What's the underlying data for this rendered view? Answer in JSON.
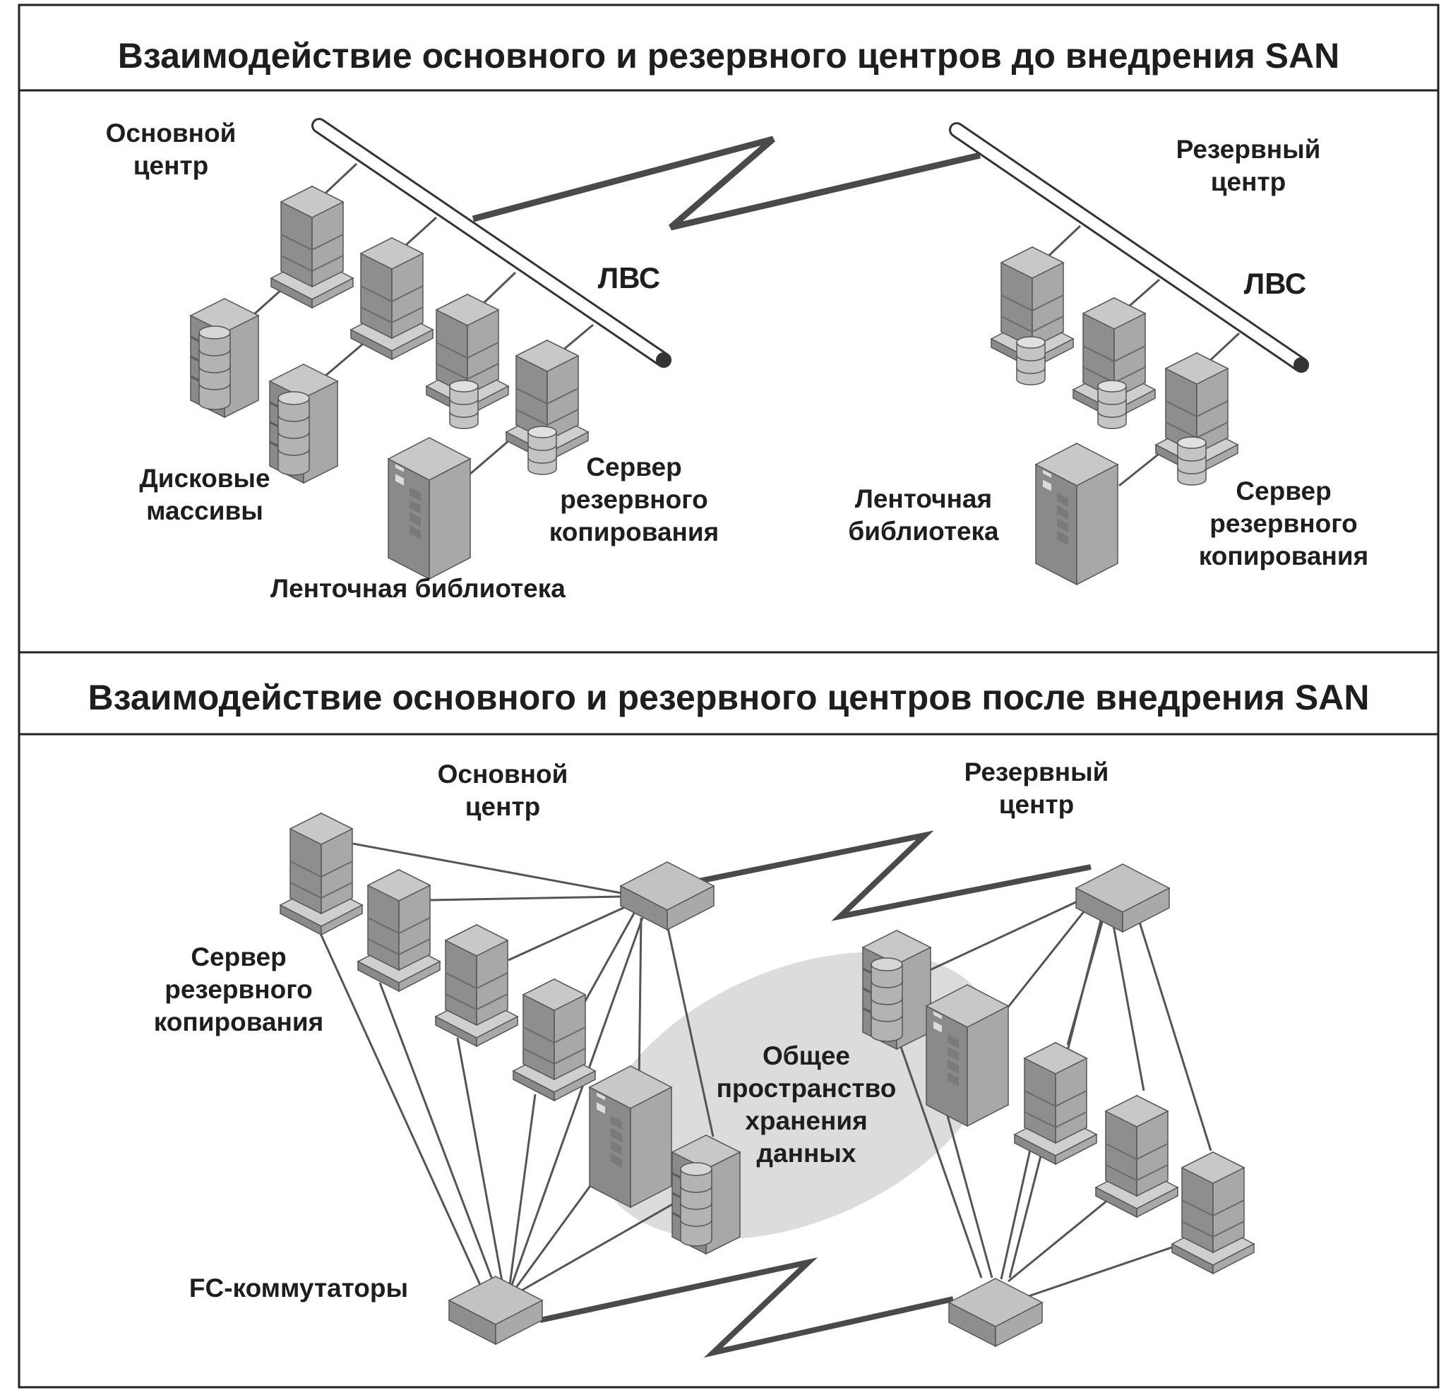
{
  "panels": {
    "before": {
      "title": "Взаимодействие основного и резервного центров до внедрения SAN",
      "main_center": [
        "Основной",
        "центр"
      ],
      "reserve_center": [
        "Резервный",
        "центр"
      ],
      "lan_main": "ЛВС",
      "lan_reserve": "ЛВС",
      "disk_arrays": [
        "Дисковые",
        "массивы"
      ],
      "backup_server_main": [
        "Сервер",
        "резервного",
        "копирования"
      ],
      "tape_library_main": "Ленточная библиотека",
      "tape_library_reserve": [
        "Ленточная",
        "библиотека"
      ],
      "backup_server_reserve": [
        "Сервер",
        "резервного",
        "копирования"
      ]
    },
    "after": {
      "title": "Взаимодействие основного и резервного центров после внедрения SAN",
      "main_center": [
        "Основной",
        "центр"
      ],
      "reserve_center": [
        "Резервный",
        "центр"
      ],
      "backup_server": [
        "Сервер",
        "резервного",
        "копирования"
      ],
      "shared_storage": [
        "Общее",
        "пространство",
        "хранения",
        "данных"
      ],
      "fc_switches": "FC-коммутаторы"
    }
  },
  "colors": {
    "frame": "#222222",
    "device_top": "#c4c4c4",
    "device_left": "#8a8a8a",
    "device_right": "#a7a7a7",
    "links": "#555555",
    "wan": "#4a4a4a",
    "storage_zone": "#dcdcdc"
  }
}
